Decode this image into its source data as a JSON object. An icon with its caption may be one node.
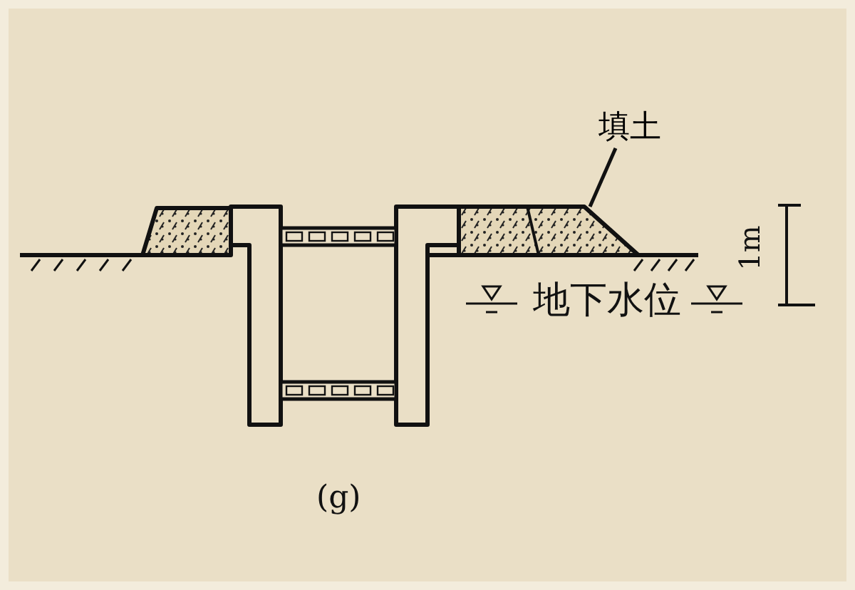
{
  "diagram": {
    "nodes": [
      {
        "text": [
          "填土"
        ]
      },
      {
        "text": [],
        "shape": "picture"
      }
    ],
    "edges": [
      {
        "from": 0,
        "to": 1,
        "arrow": "none"
      }
    ],
    "labels": [
      "1m",
      "地下水位",
      "(g)"
    ]
  }
}
